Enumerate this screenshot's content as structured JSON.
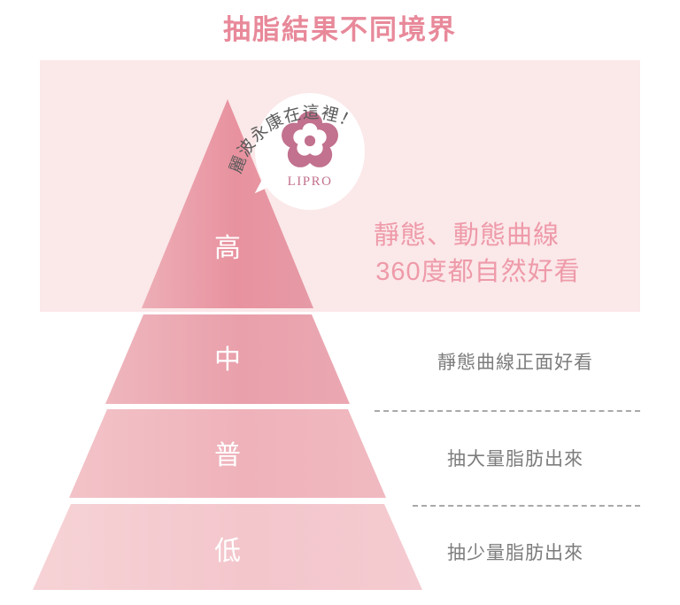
{
  "title": "抽脂結果不同境界",
  "colors": {
    "title_pink": "#e8899a",
    "panel_bg": "#fbe8e9",
    "band_top": "#e8929f",
    "band_bottom": "#f5ced2",
    "desc_pink": "#ee9aa9",
    "desc_gray": "#7d7d7d",
    "logo_mauve": "#c2718e",
    "divider_gray": "#a9a9a9"
  },
  "badge": {
    "arc_text": "麗波永康在這裡！",
    "arc_chars": [
      "麗",
      "波",
      "永",
      "康",
      "在",
      "這",
      "裡",
      "！"
    ],
    "logo_name": "LIPRO",
    "logo_icon": "flower-logo-icon"
  },
  "pyramid": {
    "tiers": [
      {
        "label": "高",
        "description": "靜態、動態曲線\n360度都自然好看"
      },
      {
        "label": "中",
        "description": "靜態曲線正面好看"
      },
      {
        "label": "普",
        "description": "抽大量脂肪出來"
      },
      {
        "label": "低",
        "description": "抽少量脂肪出來"
      }
    ]
  },
  "descriptions": {
    "high_line1": "靜態、動態曲線",
    "high_line2": "360度都自然好看",
    "mid": "靜態曲線正面好看",
    "normal": "抽大量脂肪出來",
    "low": "抽少量脂肪出來"
  },
  "chart_data": {
    "type": "pyramid",
    "title": "抽脂結果不同境界",
    "levels": [
      {
        "rank": 4,
        "label": "高",
        "text": "靜態、動態曲線 360度都自然好看"
      },
      {
        "rank": 3,
        "label": "中",
        "text": "靜態曲線正面好看"
      },
      {
        "rank": 2,
        "label": "普",
        "text": "抽大量脂肪出來"
      },
      {
        "rank": 1,
        "label": "低",
        "text": "抽少量脂肪出來"
      }
    ]
  }
}
